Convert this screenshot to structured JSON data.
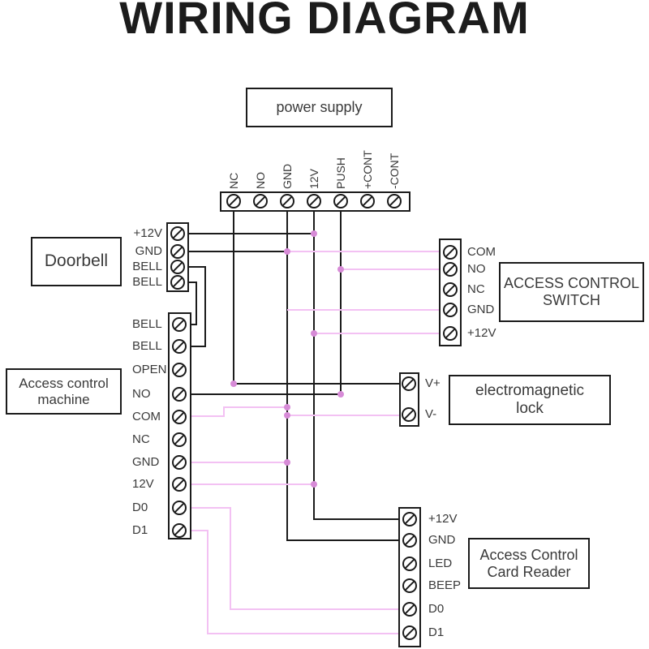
{
  "title": "WIRING DIAGRAM",
  "colors": {
    "wire_black": "#1b1b1b",
    "wire_pink": "#f3c1f3",
    "junction_dot": "#d78bd7",
    "outline": "#1b1b1b"
  },
  "power_supply": {
    "label": "power supply",
    "terminals": [
      "NC",
      "NO",
      "GND",
      "12V",
      "PUSH",
      "+CONT",
      "-CONT"
    ]
  },
  "doorbell": {
    "label": "Doorbell",
    "terminals": [
      "+12V",
      "GND",
      "BELL",
      "BELL"
    ]
  },
  "machine": {
    "label1": "Access control",
    "label2": "machine",
    "terminals": [
      "BELL",
      "BELL",
      "OPEN",
      "NO",
      "COM",
      "NC",
      "GND",
      "12V",
      "D0",
      "D1"
    ]
  },
  "switch": {
    "label1": "ACCESS CONTROL",
    "label2": "SWITCH",
    "terminals": [
      "COM",
      "NO",
      "NC",
      "GND",
      "+12V"
    ]
  },
  "lock": {
    "label1": "electromagnetic",
    "label2": "lock",
    "terminals": [
      "V+",
      "V-"
    ]
  },
  "card_reader": {
    "label1": "Access Control",
    "label2": "Card Reader",
    "terminals": [
      "+12V",
      "GND",
      "LED",
      "BEEP",
      "D0",
      "D1"
    ]
  }
}
